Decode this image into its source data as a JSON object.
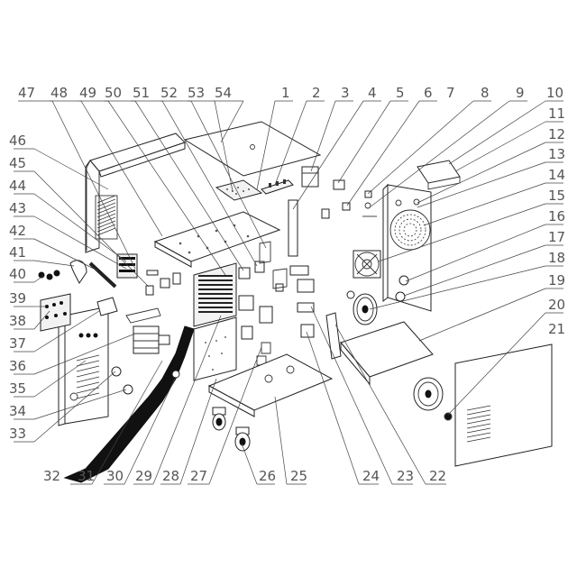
{
  "diagram": {
    "labels": [
      "1",
      "2",
      "3",
      "4",
      "5",
      "6",
      "7",
      "8",
      "9",
      "10",
      "11",
      "12",
      "13",
      "14",
      "15",
      "16",
      "17",
      "18",
      "19",
      "20",
      "21",
      "22",
      "23",
      "24",
      "25",
      "26",
      "27",
      "28",
      "29",
      "30",
      "31",
      "32",
      "33",
      "34",
      "35",
      "36",
      "37",
      "38",
      "39",
      "40",
      "41",
      "42",
      "43",
      "44",
      "45",
      "46",
      "47",
      "48",
      "49",
      "50",
      "51",
      "52",
      "53",
      "54"
    ]
  }
}
